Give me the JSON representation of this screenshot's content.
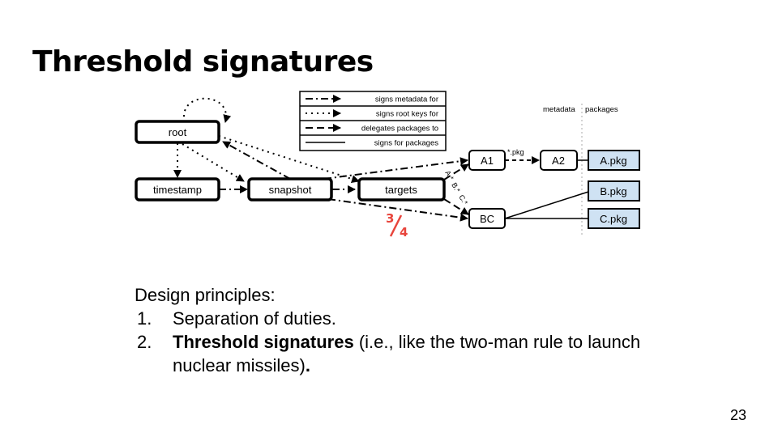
{
  "slide": {
    "title": "Threshold signatures",
    "page_number": "23"
  },
  "diagram": {
    "nodes": {
      "root": "root",
      "timestamp": "timestamp",
      "snapshot": "snapshot",
      "targets": "targets",
      "a1": "A1",
      "a2": "A2",
      "bc": "BC",
      "a_pkg": "A.pkg",
      "b_pkg": "B.pkg",
      "c_pkg": "C.pkg"
    },
    "legend": [
      {
        "style": "dash-dot",
        "label": "signs metadata for"
      },
      {
        "style": "dotted",
        "label": "signs root keys for"
      },
      {
        "style": "dashed",
        "label": "delegates packages to"
      },
      {
        "style": "solid",
        "label": "signs for packages"
      }
    ],
    "column_headers": {
      "metadata": "metadata",
      "packages": "packages"
    },
    "edge_labels": {
      "pkg_pattern": "*.pkg",
      "a_pattern": "A.*",
      "b_pattern": "B.*",
      "c_pattern": "C.*"
    },
    "threshold": {
      "numerator": "3",
      "denominator": "4",
      "color": "#e8453c"
    },
    "package_fill": "#cfe2f3"
  },
  "principles": {
    "heading": "Design principles:",
    "items": [
      {
        "number": "1.",
        "text": "Separation of duties."
      },
      {
        "number": "2.",
        "bold": "Threshold signatures",
        "text": " (i.e., like the two-man rule to launch nuclear missiles)",
        "end": "."
      }
    ]
  }
}
